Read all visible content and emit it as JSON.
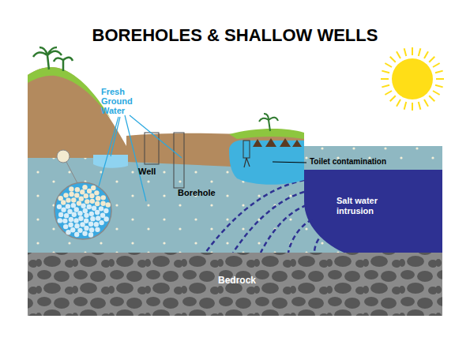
{
  "diagram": {
    "title": "BOREHOLES & SHALLOW WELLS",
    "nodes": [
      {
        "text": [
          "Bedrock"
        ]
      }
    ],
    "labels": [
      "Fresh Ground Water",
      "Well",
      "Borehole",
      "Toilet contamination",
      "Salt water intrusion"
    ]
  }
}
